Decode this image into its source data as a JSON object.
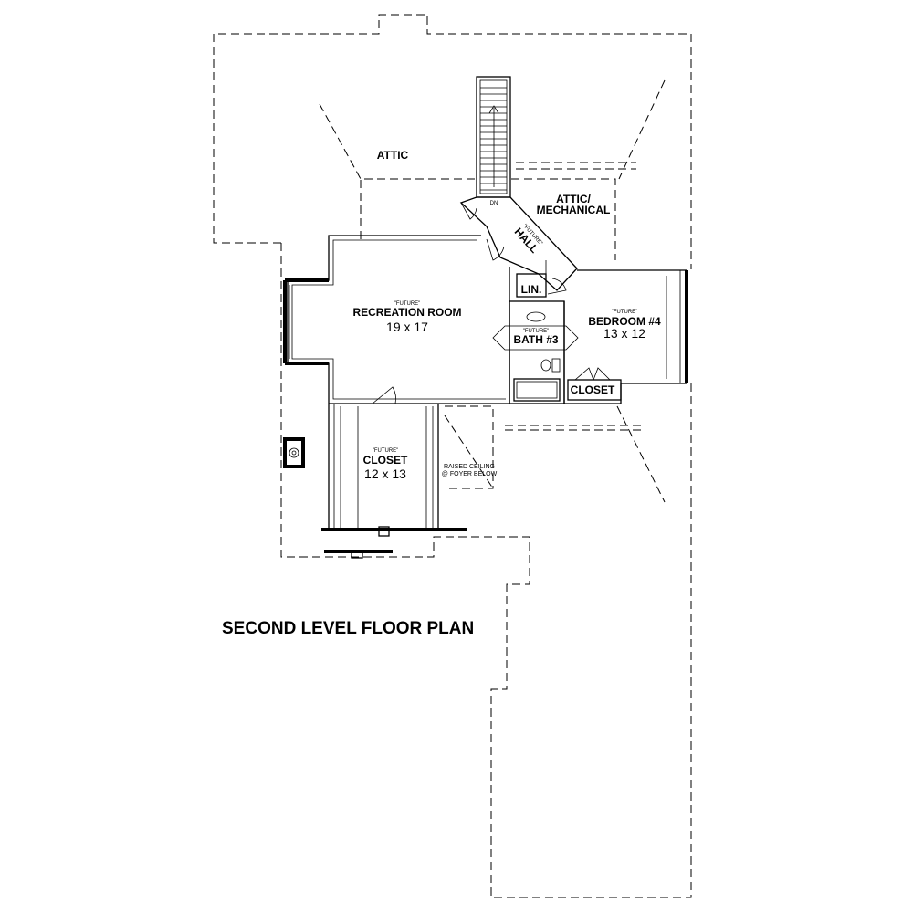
{
  "title": "SECOND LEVEL FLOOR PLAN",
  "rooms": {
    "attic": "ATTIC",
    "attic_mechanical_1": "ATTIC/",
    "attic_mechanical_2": "MECHANICAL",
    "hall_tag": "\"FUTURE\"",
    "hall": "HALL",
    "recreation_tag": "\"FUTURE\"",
    "recreation": "RECREATION ROOM",
    "recreation_dim": "19 x 17",
    "lin": "LIN.",
    "bath_tag": "\"FUTURE\"",
    "bath": "BATH #3",
    "bedroom_tag": "\"FUTURE\"",
    "bedroom": "BEDROOM #4",
    "bedroom_dim": "13 x 12",
    "bedroom_closet": "CLOSET",
    "closet_tag": "\"FUTURE\"",
    "closet": "CLOSET",
    "closet_dim": "12 x 13",
    "raised_1": "RAISED CEILING",
    "raised_2": "@ FOYER BELOW",
    "stair_dn": "DN"
  }
}
